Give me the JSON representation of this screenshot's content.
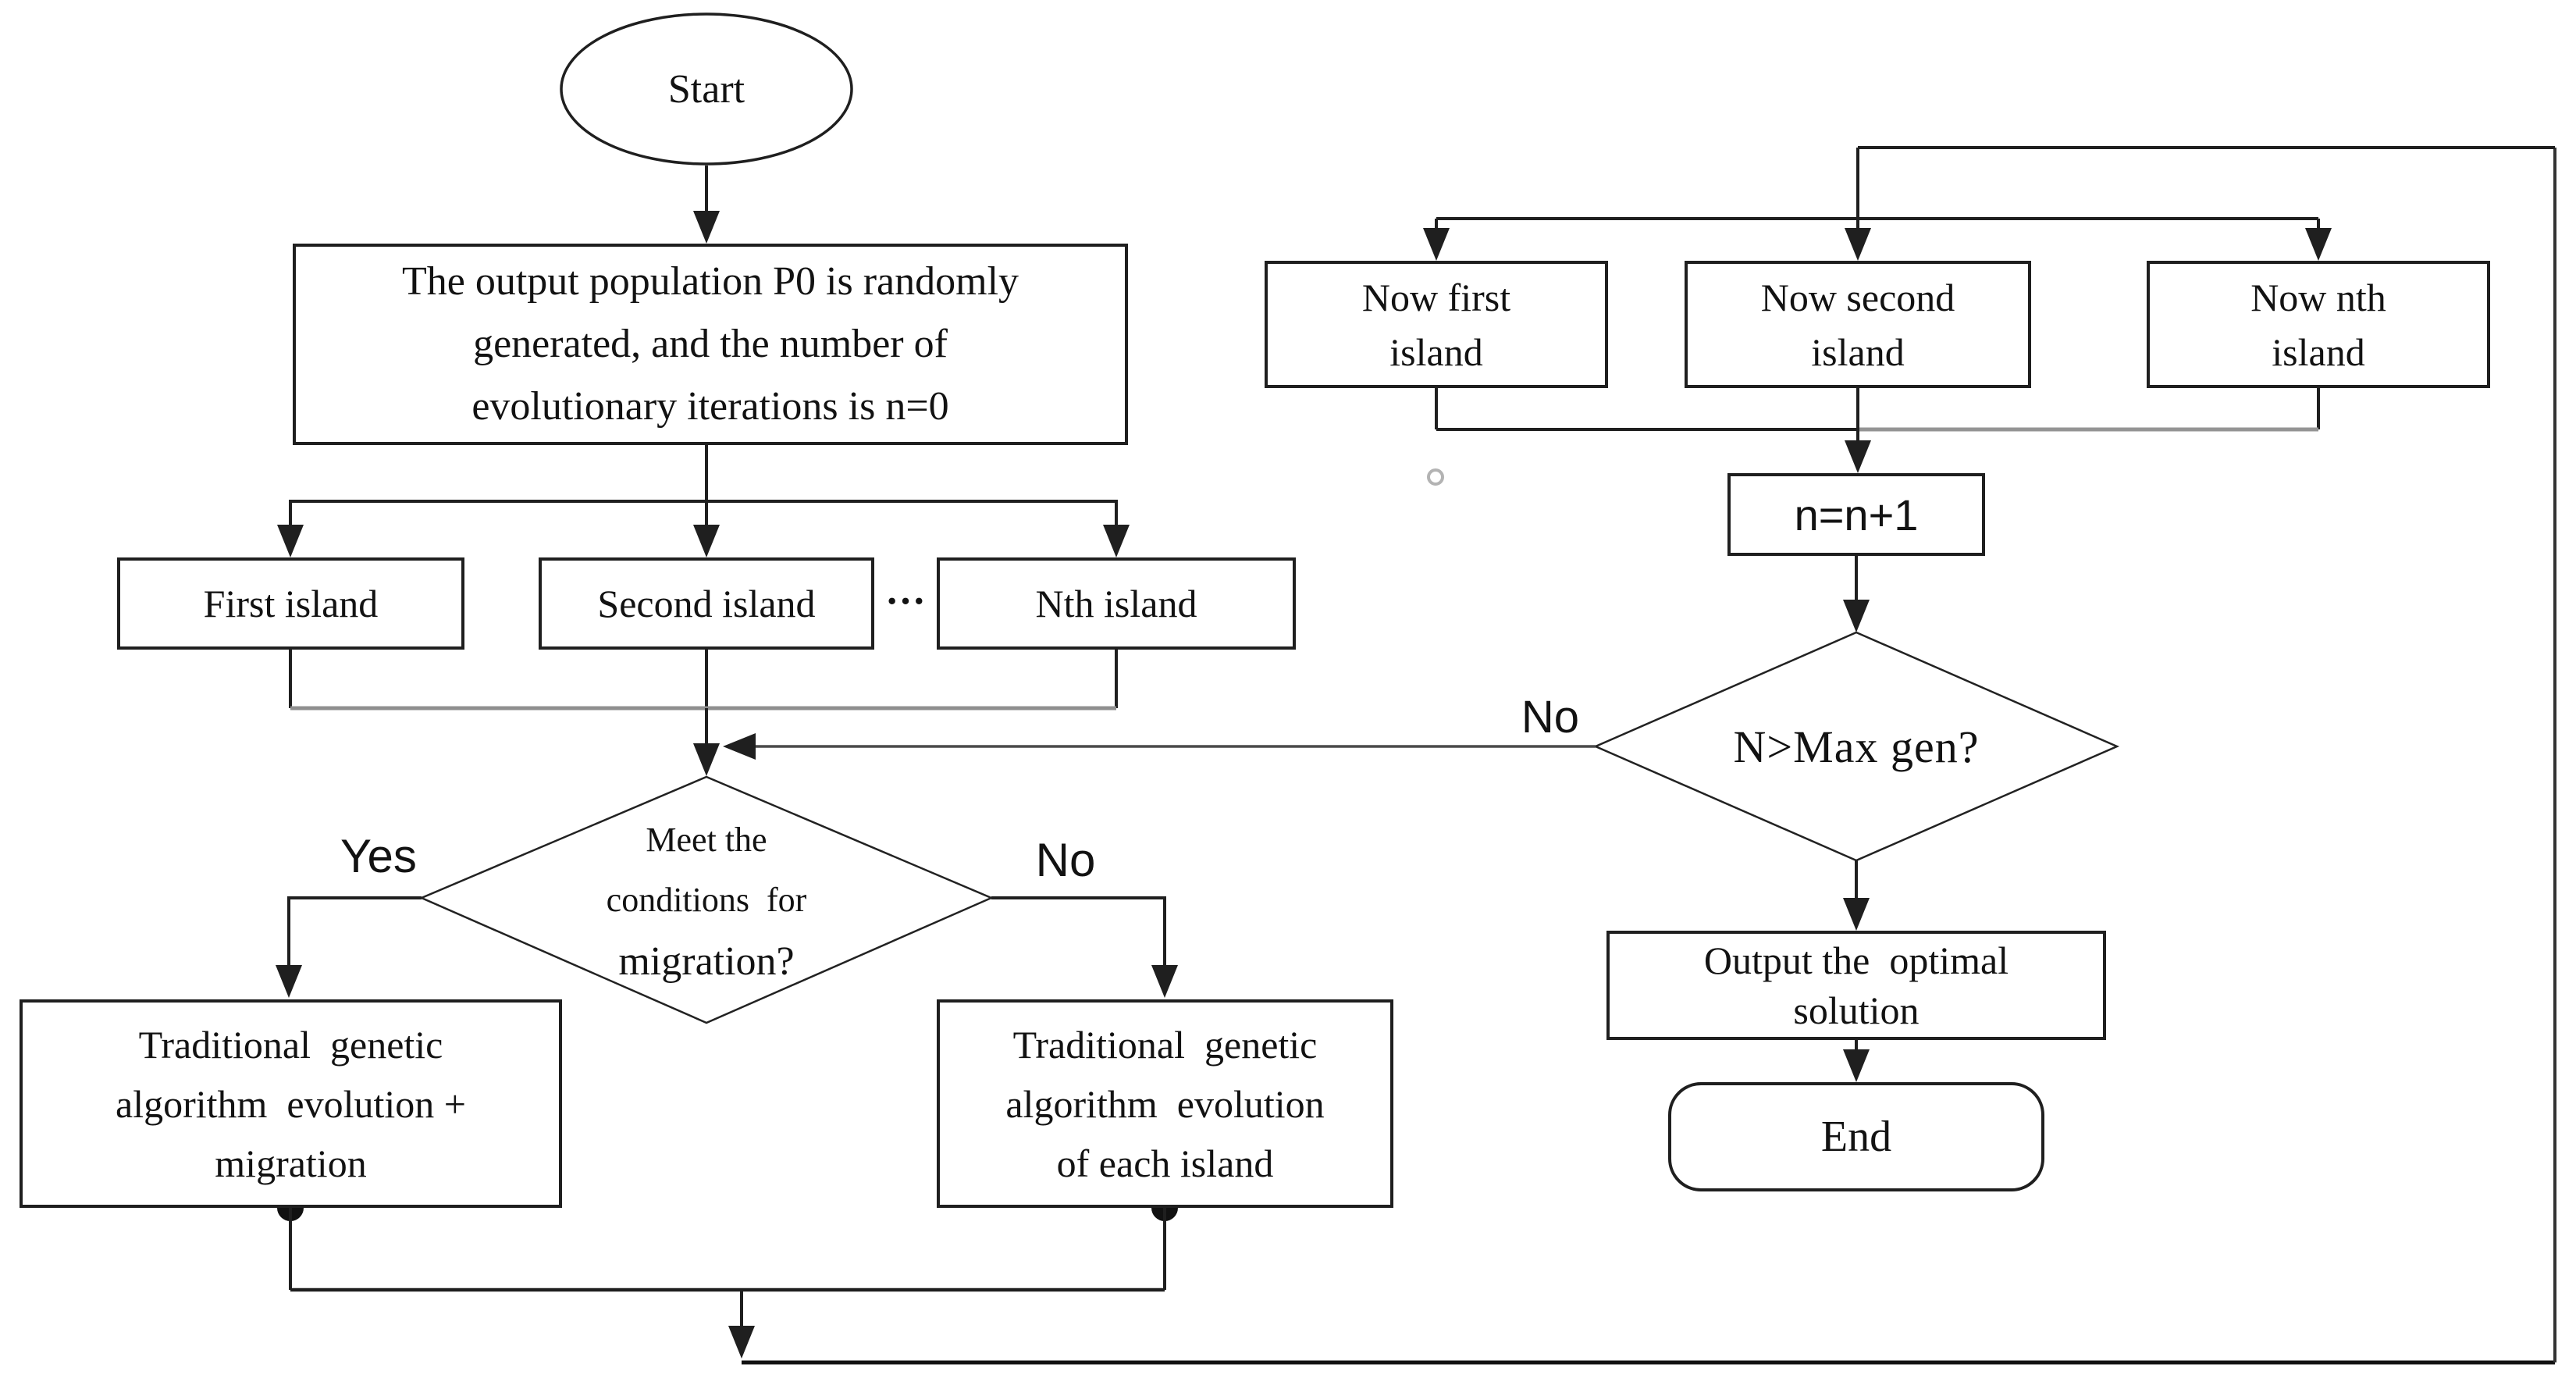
{
  "figure": {
    "background": "#ffffff",
    "line_color": "#1f1f1f",
    "gray_line_color": "#8f8f8f",
    "text_color": "#121212"
  },
  "nodes": {
    "start": {
      "label": "Start"
    },
    "init": {
      "line1": "The output population P0 is randomly",
      "line2": "generated, and the number of",
      "line3": "evolutionary iterations is n=0"
    },
    "first_island": {
      "label": "First island"
    },
    "second_island": {
      "label": "Second island"
    },
    "islands_ellipsis": {
      "label": "···"
    },
    "nth_island": {
      "label": "Nth island"
    },
    "migration_decision": {
      "line1": "Meet the",
      "line2": "conditions  for",
      "line3": "migration?"
    },
    "tga_with_migration": {
      "line1": "Traditional  genetic",
      "line2": "algorithm  evolution +",
      "line3": "migration"
    },
    "tga_each_island": {
      "line1": "Traditional  genetic",
      "line2": "algorithm  evolution",
      "line3": "of each island"
    },
    "now_first": {
      "line1": "Now first",
      "line2": "island"
    },
    "now_second": {
      "line1": "Now second",
      "line2": "island"
    },
    "now_nth": {
      "line1": "Now nth",
      "line2": "island"
    },
    "increment": {
      "label": "n=n+1"
    },
    "maxgen_decision": {
      "label": "N>Max gen?"
    },
    "output_solution": {
      "line1": "Output the  optimal",
      "line2": "solution"
    },
    "end": {
      "label": "End"
    }
  },
  "edge_labels": {
    "migration_yes": "Yes",
    "migration_no": "No",
    "maxgen_no": "No"
  }
}
